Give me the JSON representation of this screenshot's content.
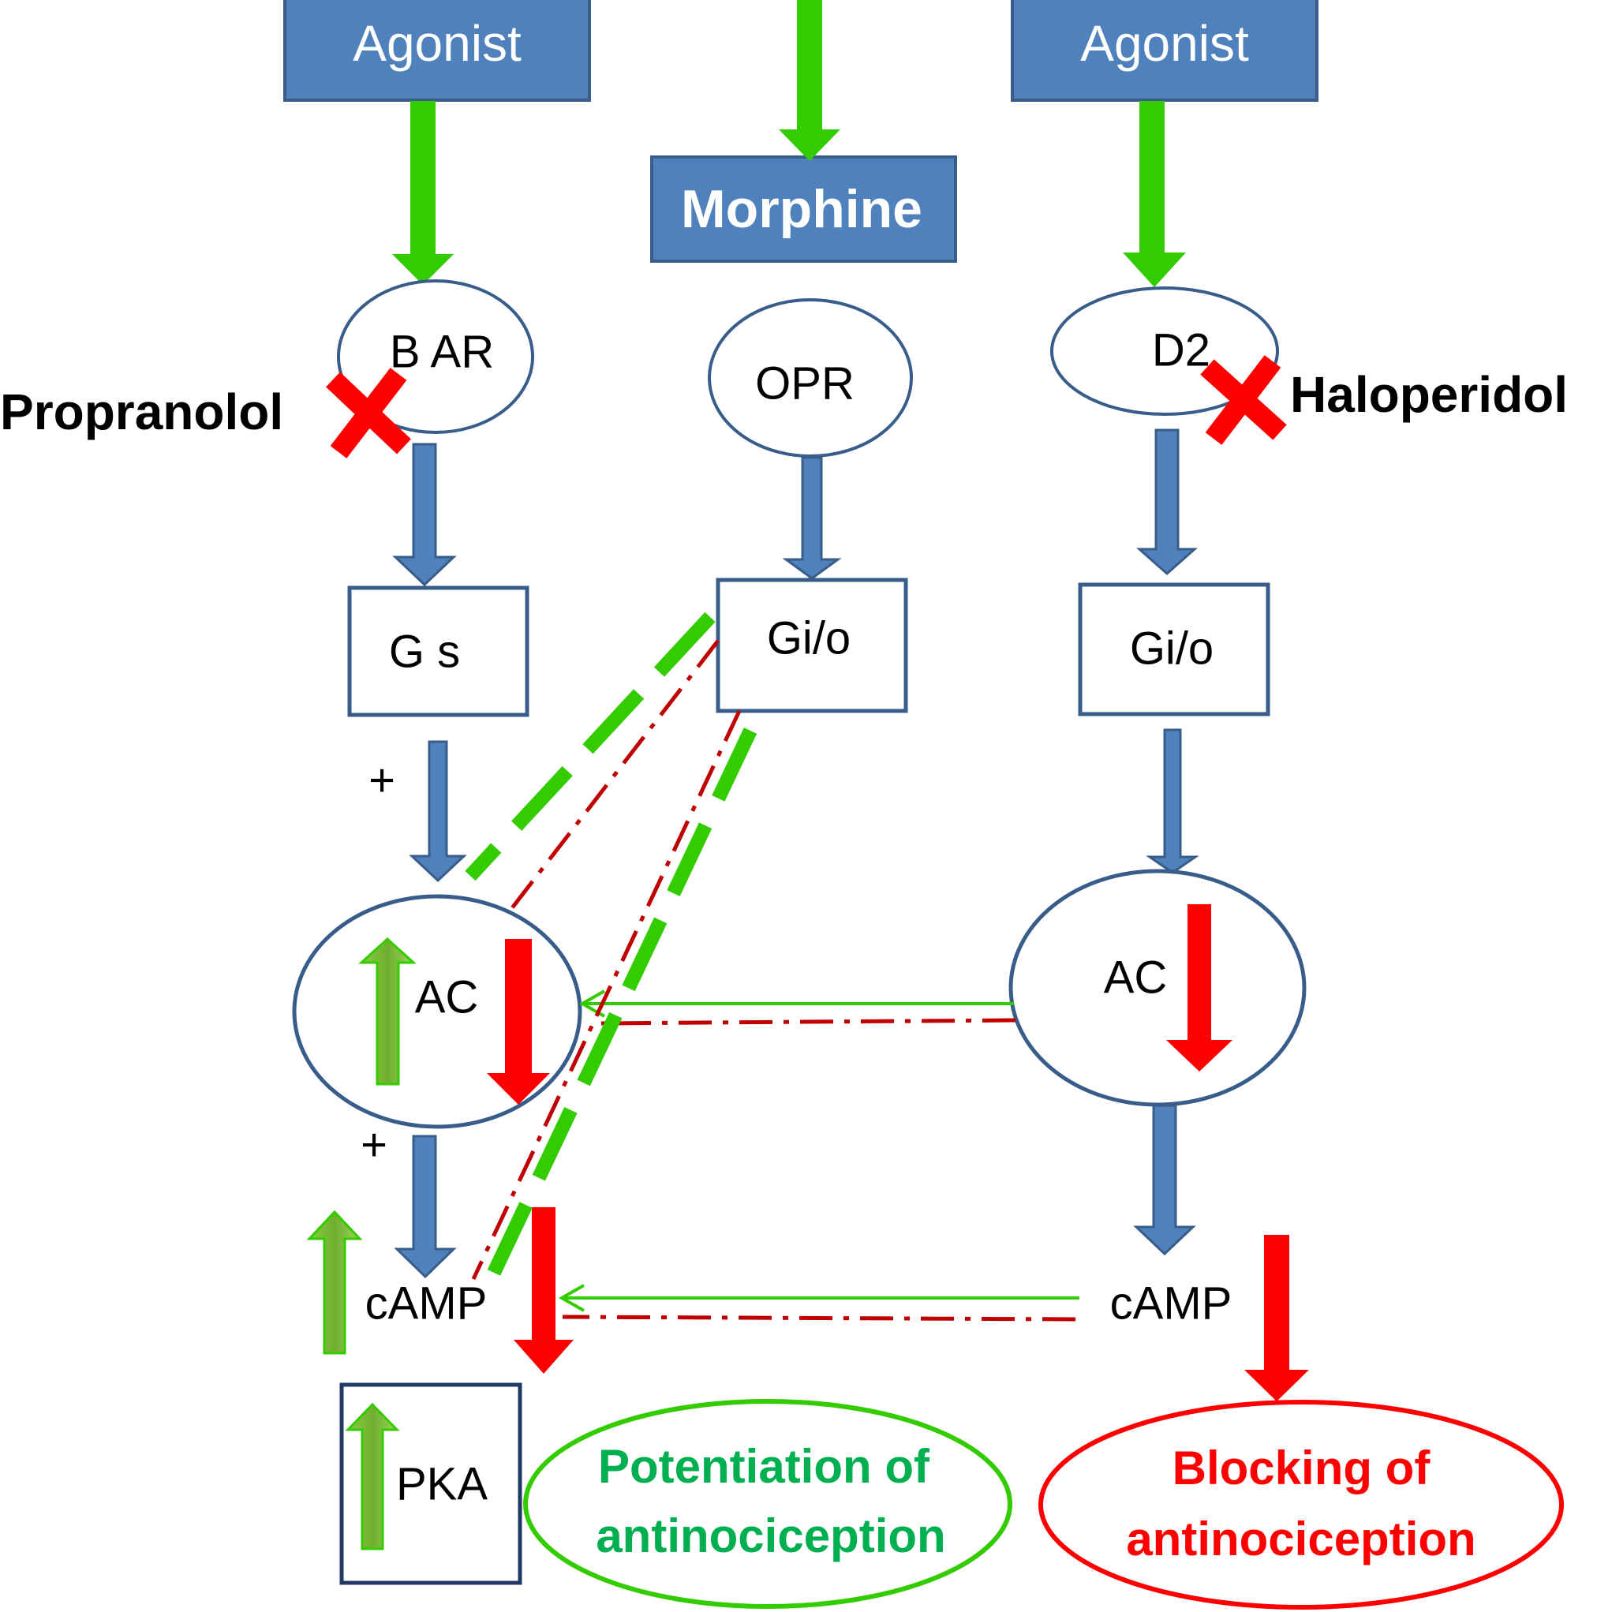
{
  "colors": {
    "green": "#33CC00",
    "blue_fill": "#4F81BD",
    "blue_stroke": "#385D8A",
    "red": "#FF0000",
    "dark_red": "#C00000",
    "text_green": "#00B050"
  },
  "top_boxes": {
    "agonist_left": "Agonist",
    "morphine": "Morphine",
    "agonist_right": "Agonist"
  },
  "receptors": {
    "b_ar": "B AR",
    "opr": "OPR",
    "d2": "D2"
  },
  "antagonists": {
    "left": "Propranolol",
    "right": "Haloperidol"
  },
  "g_proteins": {
    "gs": "G s",
    "gio_middle": "Gi/o",
    "gio_right": "Gi/o"
  },
  "signs": {
    "plus_gs_ac": "+",
    "plus_ac_camp": "+"
  },
  "effectors": {
    "ac_left": "AC",
    "ac_right": "AC",
    "camp_left": "cAMP",
    "camp_right": "cAMP",
    "pka": "PKA"
  },
  "outcomes": {
    "potentiation_line1": "Potentiation of",
    "potentiation_line2": "antinociception",
    "blocking_line1": "Blocking of",
    "blocking_line2": "antinociception"
  }
}
